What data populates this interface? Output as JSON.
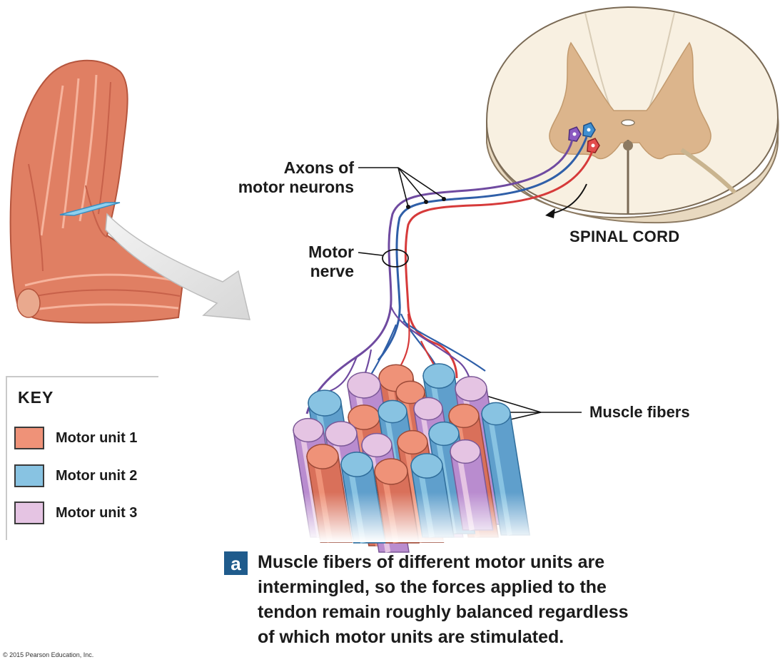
{
  "labels": {
    "axons_line1": "Axons of",
    "axons_line2": "motor neurons",
    "nerve_line1": "Motor",
    "nerve_line2": "nerve",
    "spinal_cord": "SPINAL CORD",
    "muscle_fibers": "Muscle fibers"
  },
  "key": {
    "title": "KEY",
    "items": [
      {
        "label": "Motor unit 1",
        "color": "#ef9278"
      },
      {
        "label": "Motor unit 2",
        "color": "#88c3e2"
      },
      {
        "label": "Motor unit 3",
        "color": "#e5c4e3"
      }
    ]
  },
  "panel": {
    "badge": "a",
    "caption_lines": [
      "Muscle fibers of different motor units are",
      "intermingled, so the forces applied to the",
      "tendon remain roughly balanced regardless",
      "of which motor units are stimulated."
    ]
  },
  "copyright": "© 2015 Pearson Education, Inc.",
  "colors": {
    "unit1": "#ef9278",
    "unit2": "#88c3e2",
    "unit3": "#e5c4e3",
    "axon_red": "#d63a3a",
    "axon_blue": "#2f5fa8",
    "axon_purple": "#6f4aa0",
    "muscle": "#e07f63",
    "grey_matter": "#dcb58c",
    "white_matter": "#f8f0e1",
    "badge": "#1f5b8c"
  }
}
